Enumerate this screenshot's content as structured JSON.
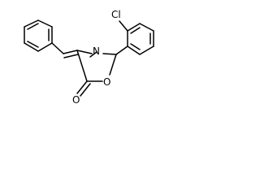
{
  "molecule": {
    "atoms": [
      {
        "id": "cl",
        "label": "Cl"
      },
      {
        "id": "n",
        "label": "N"
      },
      {
        "id": "o_ring",
        "label": "O"
      },
      {
        "id": "o_carbonyl",
        "label": "O"
      }
    ]
  }
}
